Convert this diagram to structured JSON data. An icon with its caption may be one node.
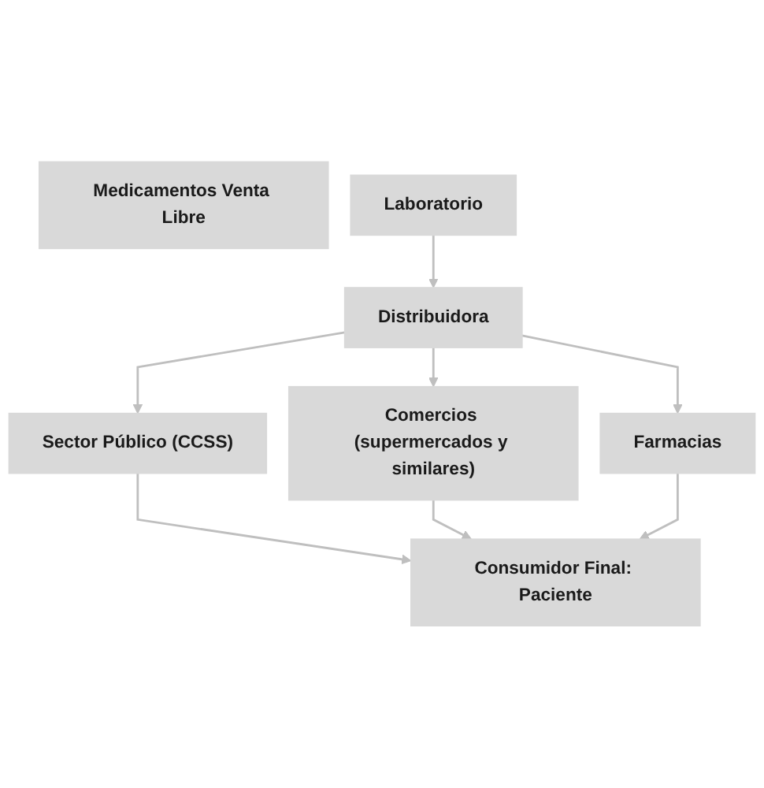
{
  "diagram": {
    "nodes": [
      {
        "text": [
          "Medicamentos Venta Libre"
        ]
      },
      {
        "text": [
          "Laboratorio"
        ]
      },
      {
        "text": [
          "Distribuidora"
        ]
      },
      {
        "text": [
          "Sector Público (CCSS)"
        ]
      },
      {
        "text": [
          "Comercios (supermercados y similares)"
        ]
      },
      {
        "text": [
          "Farmacias"
        ]
      },
      {
        "text": [
          "Consumidor Final: Paciente"
        ]
      }
    ],
    "edges": [
      {
        "from": 1,
        "to": 2,
        "arrow": "to"
      },
      {
        "from": 2,
        "to": 3,
        "arrow": "to"
      },
      {
        "from": 2,
        "to": 4,
        "arrow": "to"
      },
      {
        "from": 2,
        "to": 5,
        "arrow": "to"
      },
      {
        "from": 3,
        "to": 6,
        "arrow": "to"
      },
      {
        "from": 4,
        "to": 6,
        "arrow": "to"
      },
      {
        "from": 5,
        "to": 6,
        "arrow": "to"
      }
    ]
  }
}
